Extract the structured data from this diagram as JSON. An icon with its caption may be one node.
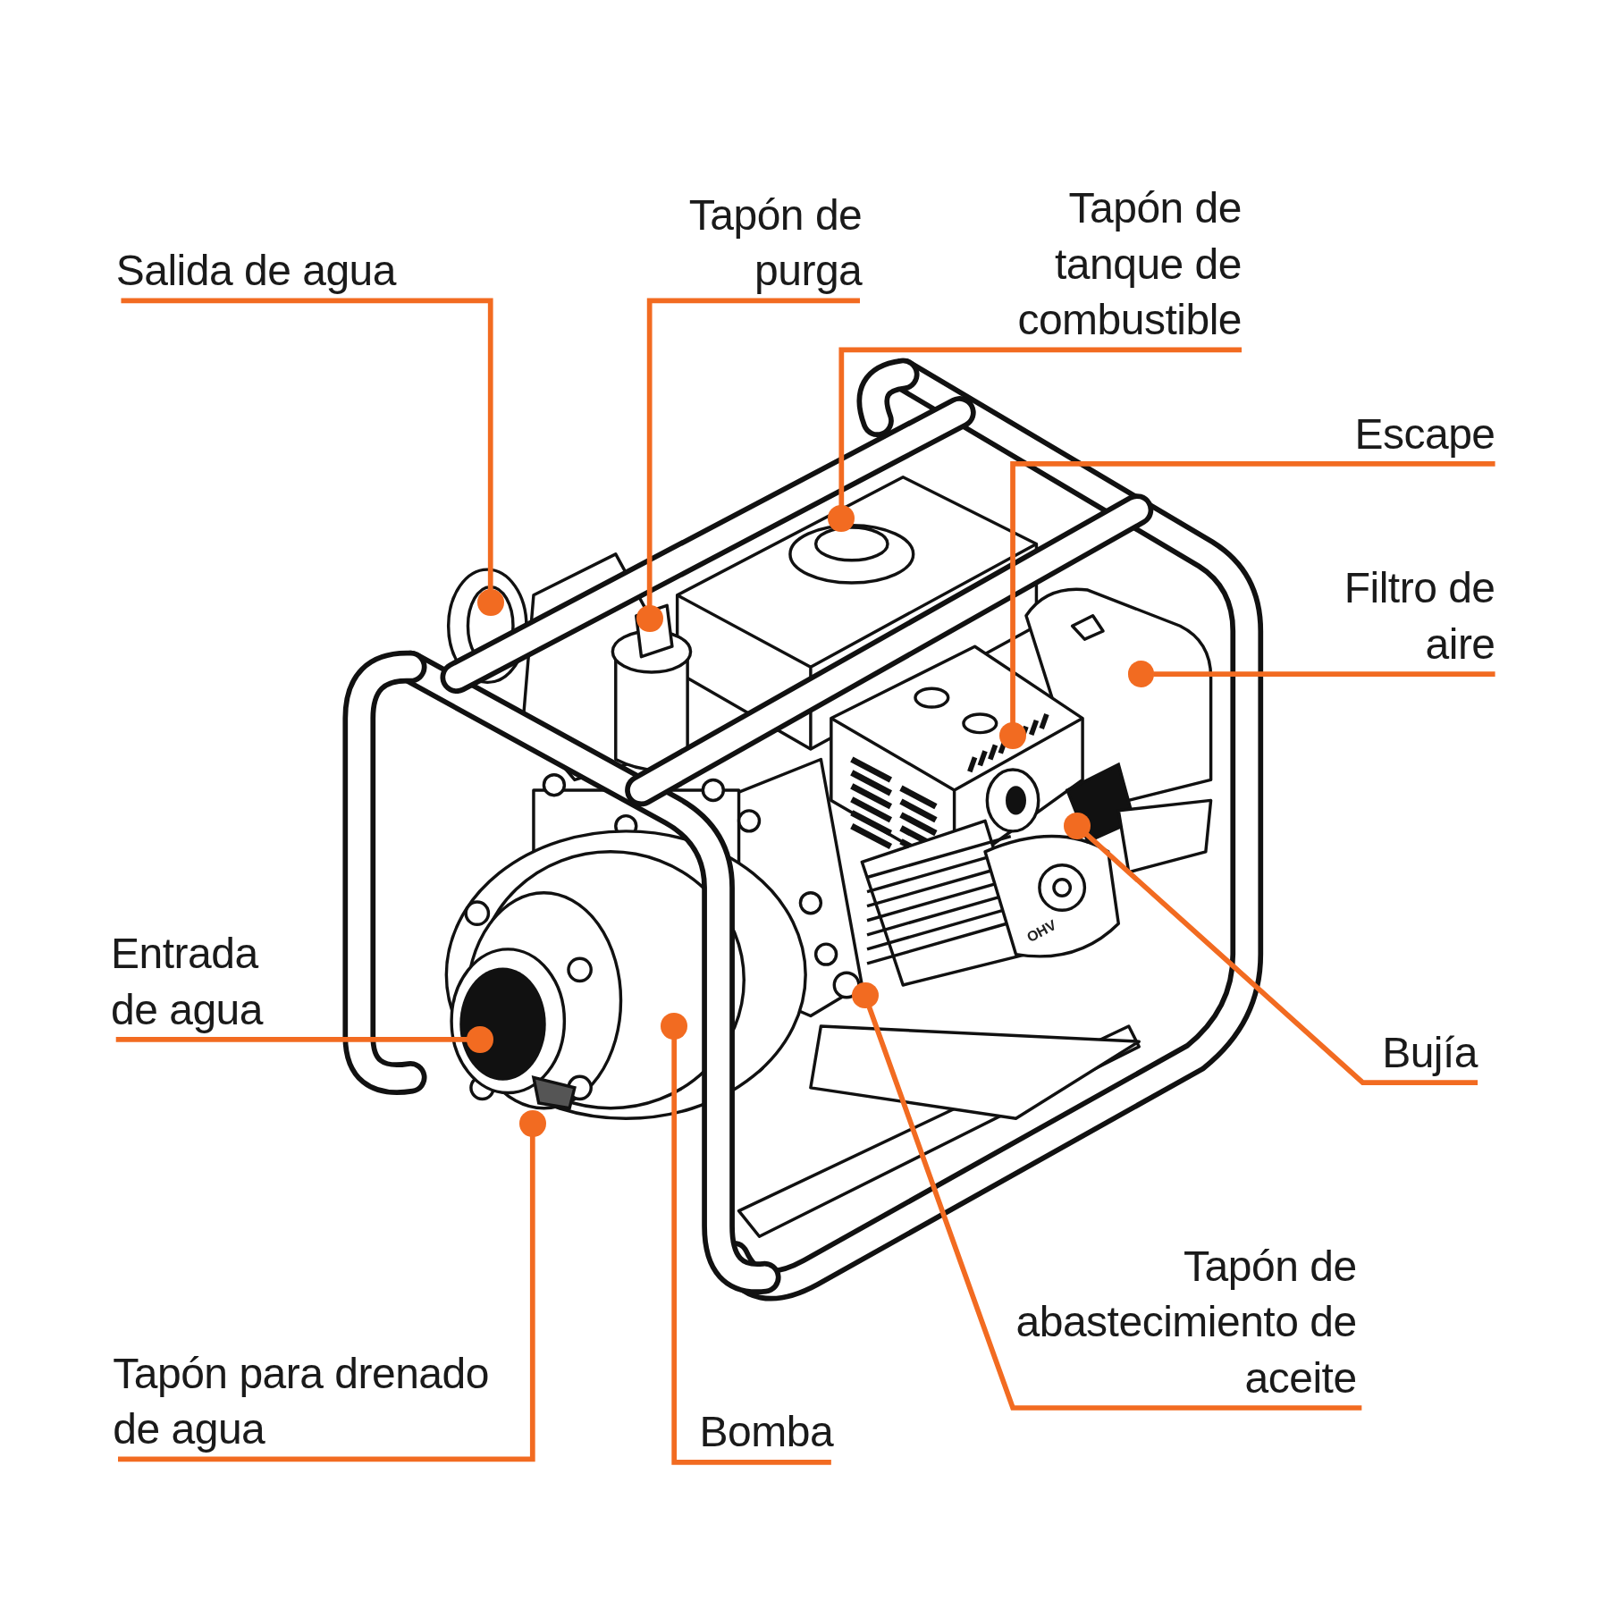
{
  "diagram": {
    "nodes": [
      {
        "text": [
          "Salida de agua"
        ]
      },
      {
        "text": [
          "Tapón de purga"
        ]
      },
      {
        "text": [
          "Tapón de tanque de combustible"
        ]
      },
      {
        "text": [
          "Escape"
        ]
      },
      {
        "text": [
          "Filtro de aire"
        ]
      },
      {
        "text": [
          "Entrada de agua"
        ]
      },
      {
        "text": [
          "Bujía"
        ]
      },
      {
        "text": [
          "Tapón de abastecimiento de aceite"
        ]
      },
      {
        "text": [
          "Tapón para drenado de agua"
        ]
      },
      {
        "text": [
          "Bomba"
        ]
      },
      {
        "text": [],
        "shape": "circle"
      },
      {
        "text": [],
        "shape": "circle"
      },
      {
        "text": [],
        "shape": "circle"
      },
      {
        "text": [],
        "shape": "circle"
      },
      {
        "text": [],
        "shape": "circle"
      },
      {
        "text": [],
        "shape": "circle"
      },
      {
        "text": [],
        "shape": "circle"
      },
      {
        "text": [],
        "shape": "circle"
      },
      {
        "text": [],
        "shape": "circle"
      },
      {
        "text": [],
        "shape": "circle"
      }
    ],
    "edges": [
      {
        "from": 0,
        "to": 11,
        "arrow": "none"
      },
      {
        "from": 1,
        "to": 12,
        "arrow": "none"
      },
      {
        "from": 2,
        "to": 10,
        "arrow": "none"
      },
      {
        "from": 3,
        "to": 14,
        "arrow": "none"
      },
      {
        "from": 4,
        "to": 13,
        "arrow": "none"
      },
      {
        "from": 5,
        "to": 18,
        "arrow": "none"
      },
      {
        "from": 6,
        "to": 15,
        "arrow": "none"
      },
      {
        "from": 7,
        "to": 16,
        "arrow": "none"
      },
      {
        "from": 8,
        "to": 19,
        "arrow": "none"
      },
      {
        "from": 9,
        "to": 17,
        "arrow": "none"
      }
    ],
    "labels": [
      "OHV"
    ]
  }
}
